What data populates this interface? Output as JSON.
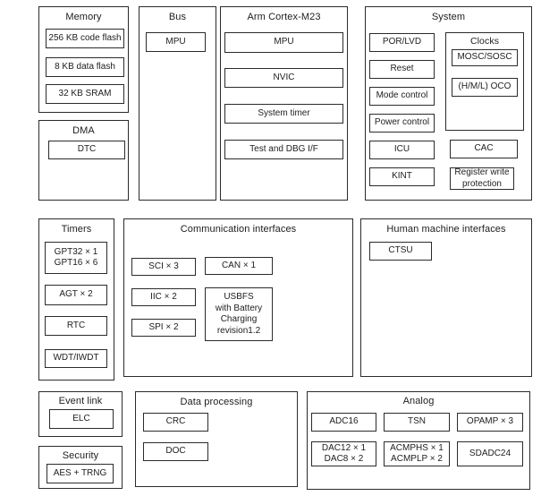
{
  "diagram": {
    "background_color": "#ffffff",
    "line_color": "#2b2b2b",
    "blocks": {
      "memory": {
        "title": "Memory",
        "items": [
          "256 KB code flash",
          "8 KB data flash",
          "32 KB SRAM"
        ]
      },
      "dma": {
        "title": "DMA",
        "items": [
          "DTC"
        ]
      },
      "bus": {
        "title": "Bus",
        "items": [
          "MPU"
        ]
      },
      "cortex": {
        "title": "Arm Cortex-M23",
        "items": [
          "MPU",
          "NVIC",
          "System timer",
          "Test and DBG I/F"
        ]
      },
      "system": {
        "title": "System",
        "left_items": [
          "POR/LVD",
          "Reset",
          "Mode control",
          "Power control",
          "ICU",
          "KINT"
        ],
        "clocks": {
          "title": "Clocks",
          "items": [
            "MOSC/SOSC",
            "(H/M/L) OCO"
          ]
        },
        "right_items": [
          "CAC",
          "Register write\nprotection"
        ]
      },
      "timers": {
        "title": "Timers",
        "items": [
          "GPT32 × 1\nGPT16 × 6",
          "AGT × 2",
          "RTC",
          "WDT/IWDT"
        ]
      },
      "comm": {
        "title": "Communication interfaces",
        "left_items": [
          "SCI × 3",
          "IIC × 2",
          "SPI × 2"
        ],
        "right_items": [
          "CAN × 1",
          "USBFS\nwith Battery\nCharging\nrevision1.2"
        ]
      },
      "hmi": {
        "title": "Human machine interfaces",
        "items": [
          "CTSU"
        ]
      },
      "event_link": {
        "title": "Event link",
        "items": [
          "ELC"
        ]
      },
      "security": {
        "title": "Security",
        "items": [
          "AES + TRNG"
        ]
      },
      "data_processing": {
        "title": "Data processing",
        "items": [
          "CRC",
          "DOC"
        ]
      },
      "analog": {
        "title": "Analog",
        "row1": [
          "ADC16",
          "TSN",
          "OPAMP × 3"
        ],
        "row2": [
          "DAC12 × 1\nDAC8 × 2",
          "ACMPHS × 1\nACMPLP × 2",
          "SDADC24"
        ]
      }
    }
  }
}
